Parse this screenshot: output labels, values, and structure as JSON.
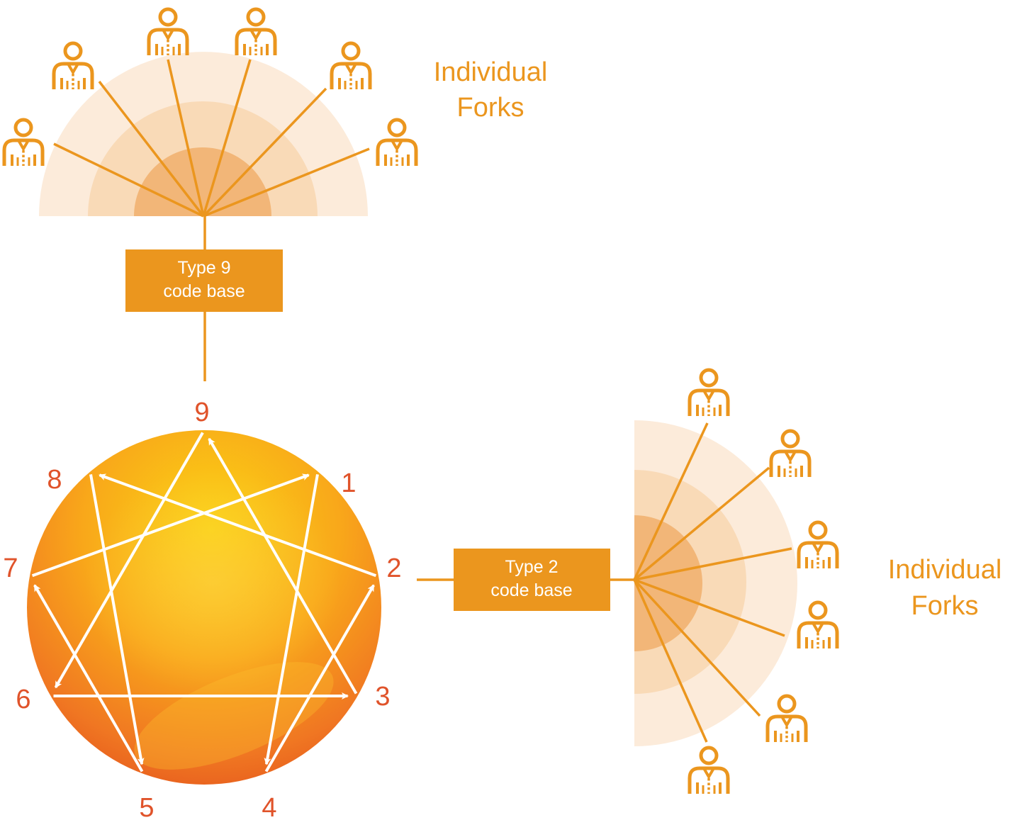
{
  "colors": {
    "accent": "#eb961e",
    "numbers": "#e0532a",
    "arrows": "#ffffff",
    "box_text": "#ffffff"
  },
  "top_group": {
    "box_line1": "Type 9",
    "box_line2": "code base",
    "label_line1": "Individual",
    "label_line2": "Forks",
    "person_icon": "person-icon",
    "person_count": 6
  },
  "right_group": {
    "box_line1": "Type 2",
    "box_line2": "code base",
    "label_line1": "Individual",
    "label_line2": "Forks",
    "person_icon": "person-icon",
    "person_count": 6
  },
  "enneagram": {
    "numbers": [
      "1",
      "2",
      "3",
      "4",
      "5",
      "6",
      "7",
      "8",
      "9"
    ],
    "arrows": [
      [
        "1",
        "4"
      ],
      [
        "4",
        "2"
      ],
      [
        "2",
        "8"
      ],
      [
        "8",
        "5"
      ],
      [
        "5",
        "7"
      ],
      [
        "7",
        "1"
      ],
      [
        "9",
        "6"
      ],
      [
        "6",
        "3"
      ],
      [
        "3",
        "9"
      ]
    ]
  }
}
